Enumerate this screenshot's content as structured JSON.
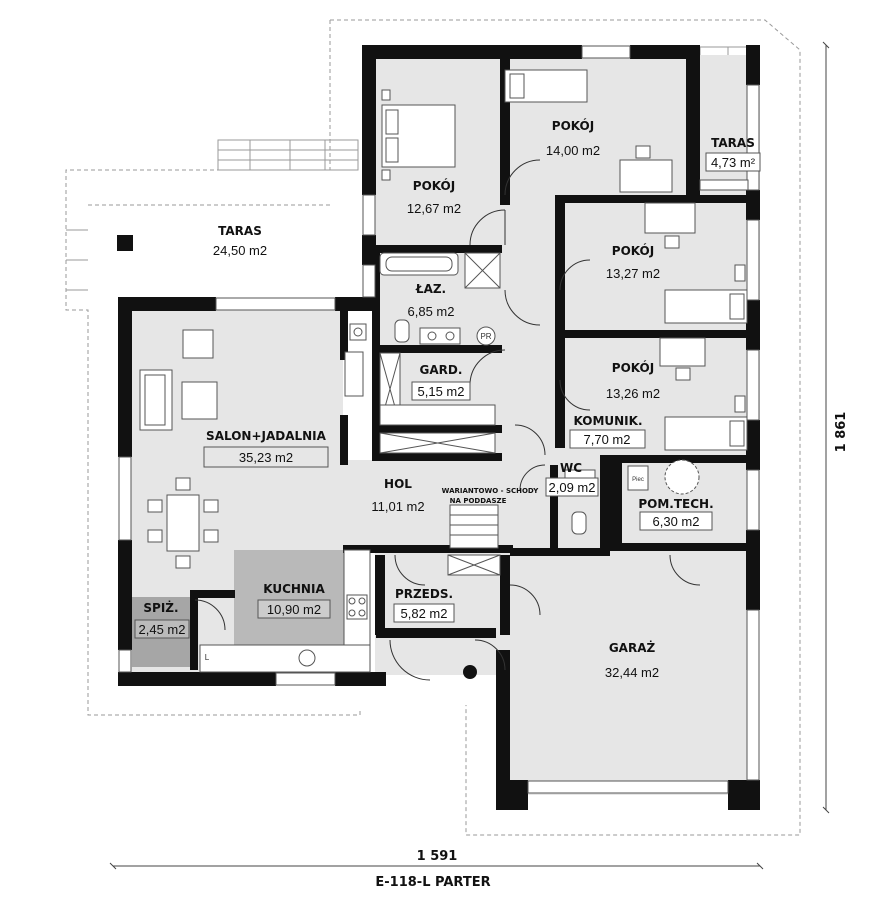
{
  "rooms": {
    "taras_main": {
      "name": "TARAS",
      "area": "24,50 m2"
    },
    "taras_small": {
      "name": "TARAS",
      "area": "4,73 m²"
    },
    "pokoj_1": {
      "name": "POKÓJ",
      "area": "12,67 m2"
    },
    "pokoj_2": {
      "name": "POKÓJ",
      "area": "14,00 m2"
    },
    "pokoj_3": {
      "name": "POKÓJ",
      "area": "13,27 m2"
    },
    "pokoj_4": {
      "name": "POKÓJ",
      "area": "13,26 m2"
    },
    "lazienka": {
      "name": "ŁAZ.",
      "area": "6,85 m2"
    },
    "garderoba": {
      "name": "GARD.",
      "area": "5,15 m2"
    },
    "komunikacja": {
      "name": "KOMUNIK.",
      "area": "7,70 m2"
    },
    "salon": {
      "name": "SALON+JADALNIA",
      "area": "35,23 m2"
    },
    "hol": {
      "name": "HOL",
      "area": "11,01 m2"
    },
    "wc": {
      "name": "WC",
      "area": "2,09 m2"
    },
    "pom_tech": {
      "name": "POM.TECH.",
      "area": "6,30 m2"
    },
    "kuchnia": {
      "name": "KUCHNIA",
      "area": "10,90 m2"
    },
    "spizarnia": {
      "name": "SPIŻ.",
      "area": "2,45 m2"
    },
    "przedsionek": {
      "name": "PRZEDS.",
      "area": "5,82 m2"
    },
    "garaz": {
      "name": "GARAŻ",
      "area": "32,44 m2"
    }
  },
  "notes": {
    "stairs_line1": "WARIANTOWO - SCHODY",
    "stairs_line2": "NA PODDASZE",
    "pr_label": "PR",
    "piec_label": "Piec",
    "l_label": "L"
  },
  "dimensions": {
    "width": "1 591",
    "height": "1 861"
  },
  "title": "E-118-L PARTER",
  "colors": {
    "wall": "#111111",
    "floor": "#e6e6e6",
    "kitchen": "#b9b9b9",
    "spizarnia": "#a6a6a6",
    "terrace_outline": "#999999"
  }
}
